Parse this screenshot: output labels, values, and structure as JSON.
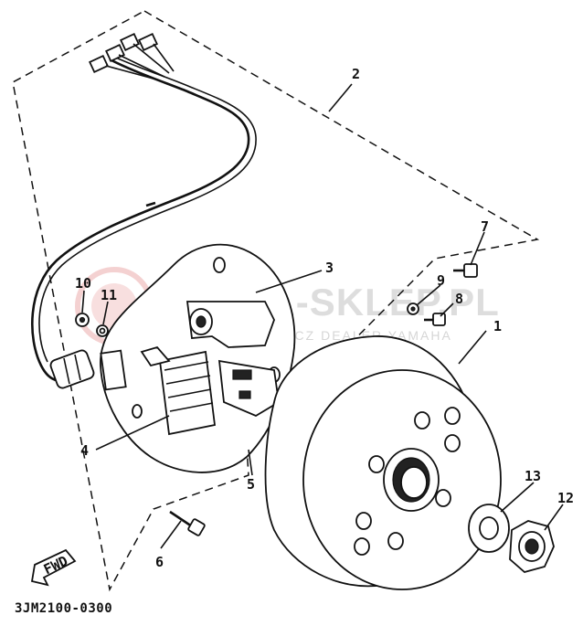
{
  "diagram": {
    "part_code": "3JM2100-0300",
    "fwd_label": "FWD",
    "watermark": {
      "brand": "YAMA-SKLEP.PL",
      "tagline": "CIECHOWICZ DEALER YAMAHA"
    },
    "callouts": [
      "1",
      "2",
      "3",
      "4",
      "5",
      "6",
      "7",
      "8",
      "9",
      "10",
      "11",
      "12",
      "13"
    ]
  }
}
